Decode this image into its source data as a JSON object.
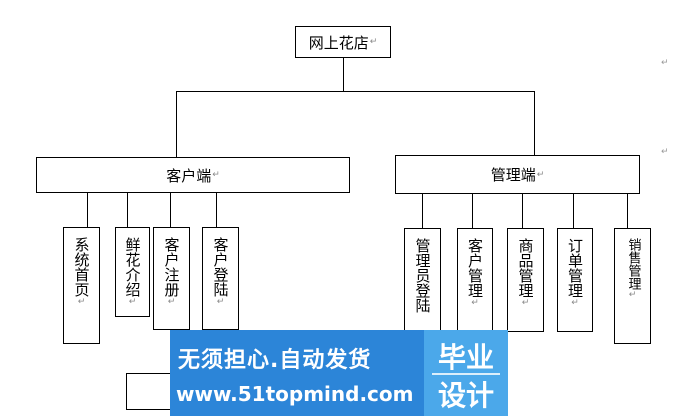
{
  "diagram": {
    "root": {
      "label": "网上花店",
      "mark": "↵"
    },
    "client": {
      "label": "客户端",
      "mark": "↵",
      "children": [
        {
          "label": "系统首页",
          "mark": "↵"
        },
        {
          "label": "鲜花介绍",
          "mark": "↵"
        },
        {
          "label": "客户注册",
          "mark": "↵"
        },
        {
          "label": "客户登陆",
          "mark": "↵"
        }
      ]
    },
    "admin": {
      "label": "管理端",
      "mark": "↵",
      "children": [
        {
          "label": "管理员登陆",
          "mark": ""
        },
        {
          "label": "客户管理",
          "mark": "↵"
        },
        {
          "label": "商品管理",
          "mark": "↵"
        },
        {
          "label": "订单管理",
          "mark": "↵"
        },
        {
          "label": "销售管理",
          "mark": "↵"
        }
      ]
    },
    "corner_mark": "↵"
  },
  "watermark": {
    "line1": "无须担心.自动发货",
    "line2": "www.51topmind.com",
    "right_top": "毕业",
    "right_bottom": "设计",
    "colors": {
      "left_bg": "#2c85d8",
      "right_bg": "#4ba8ea"
    }
  }
}
